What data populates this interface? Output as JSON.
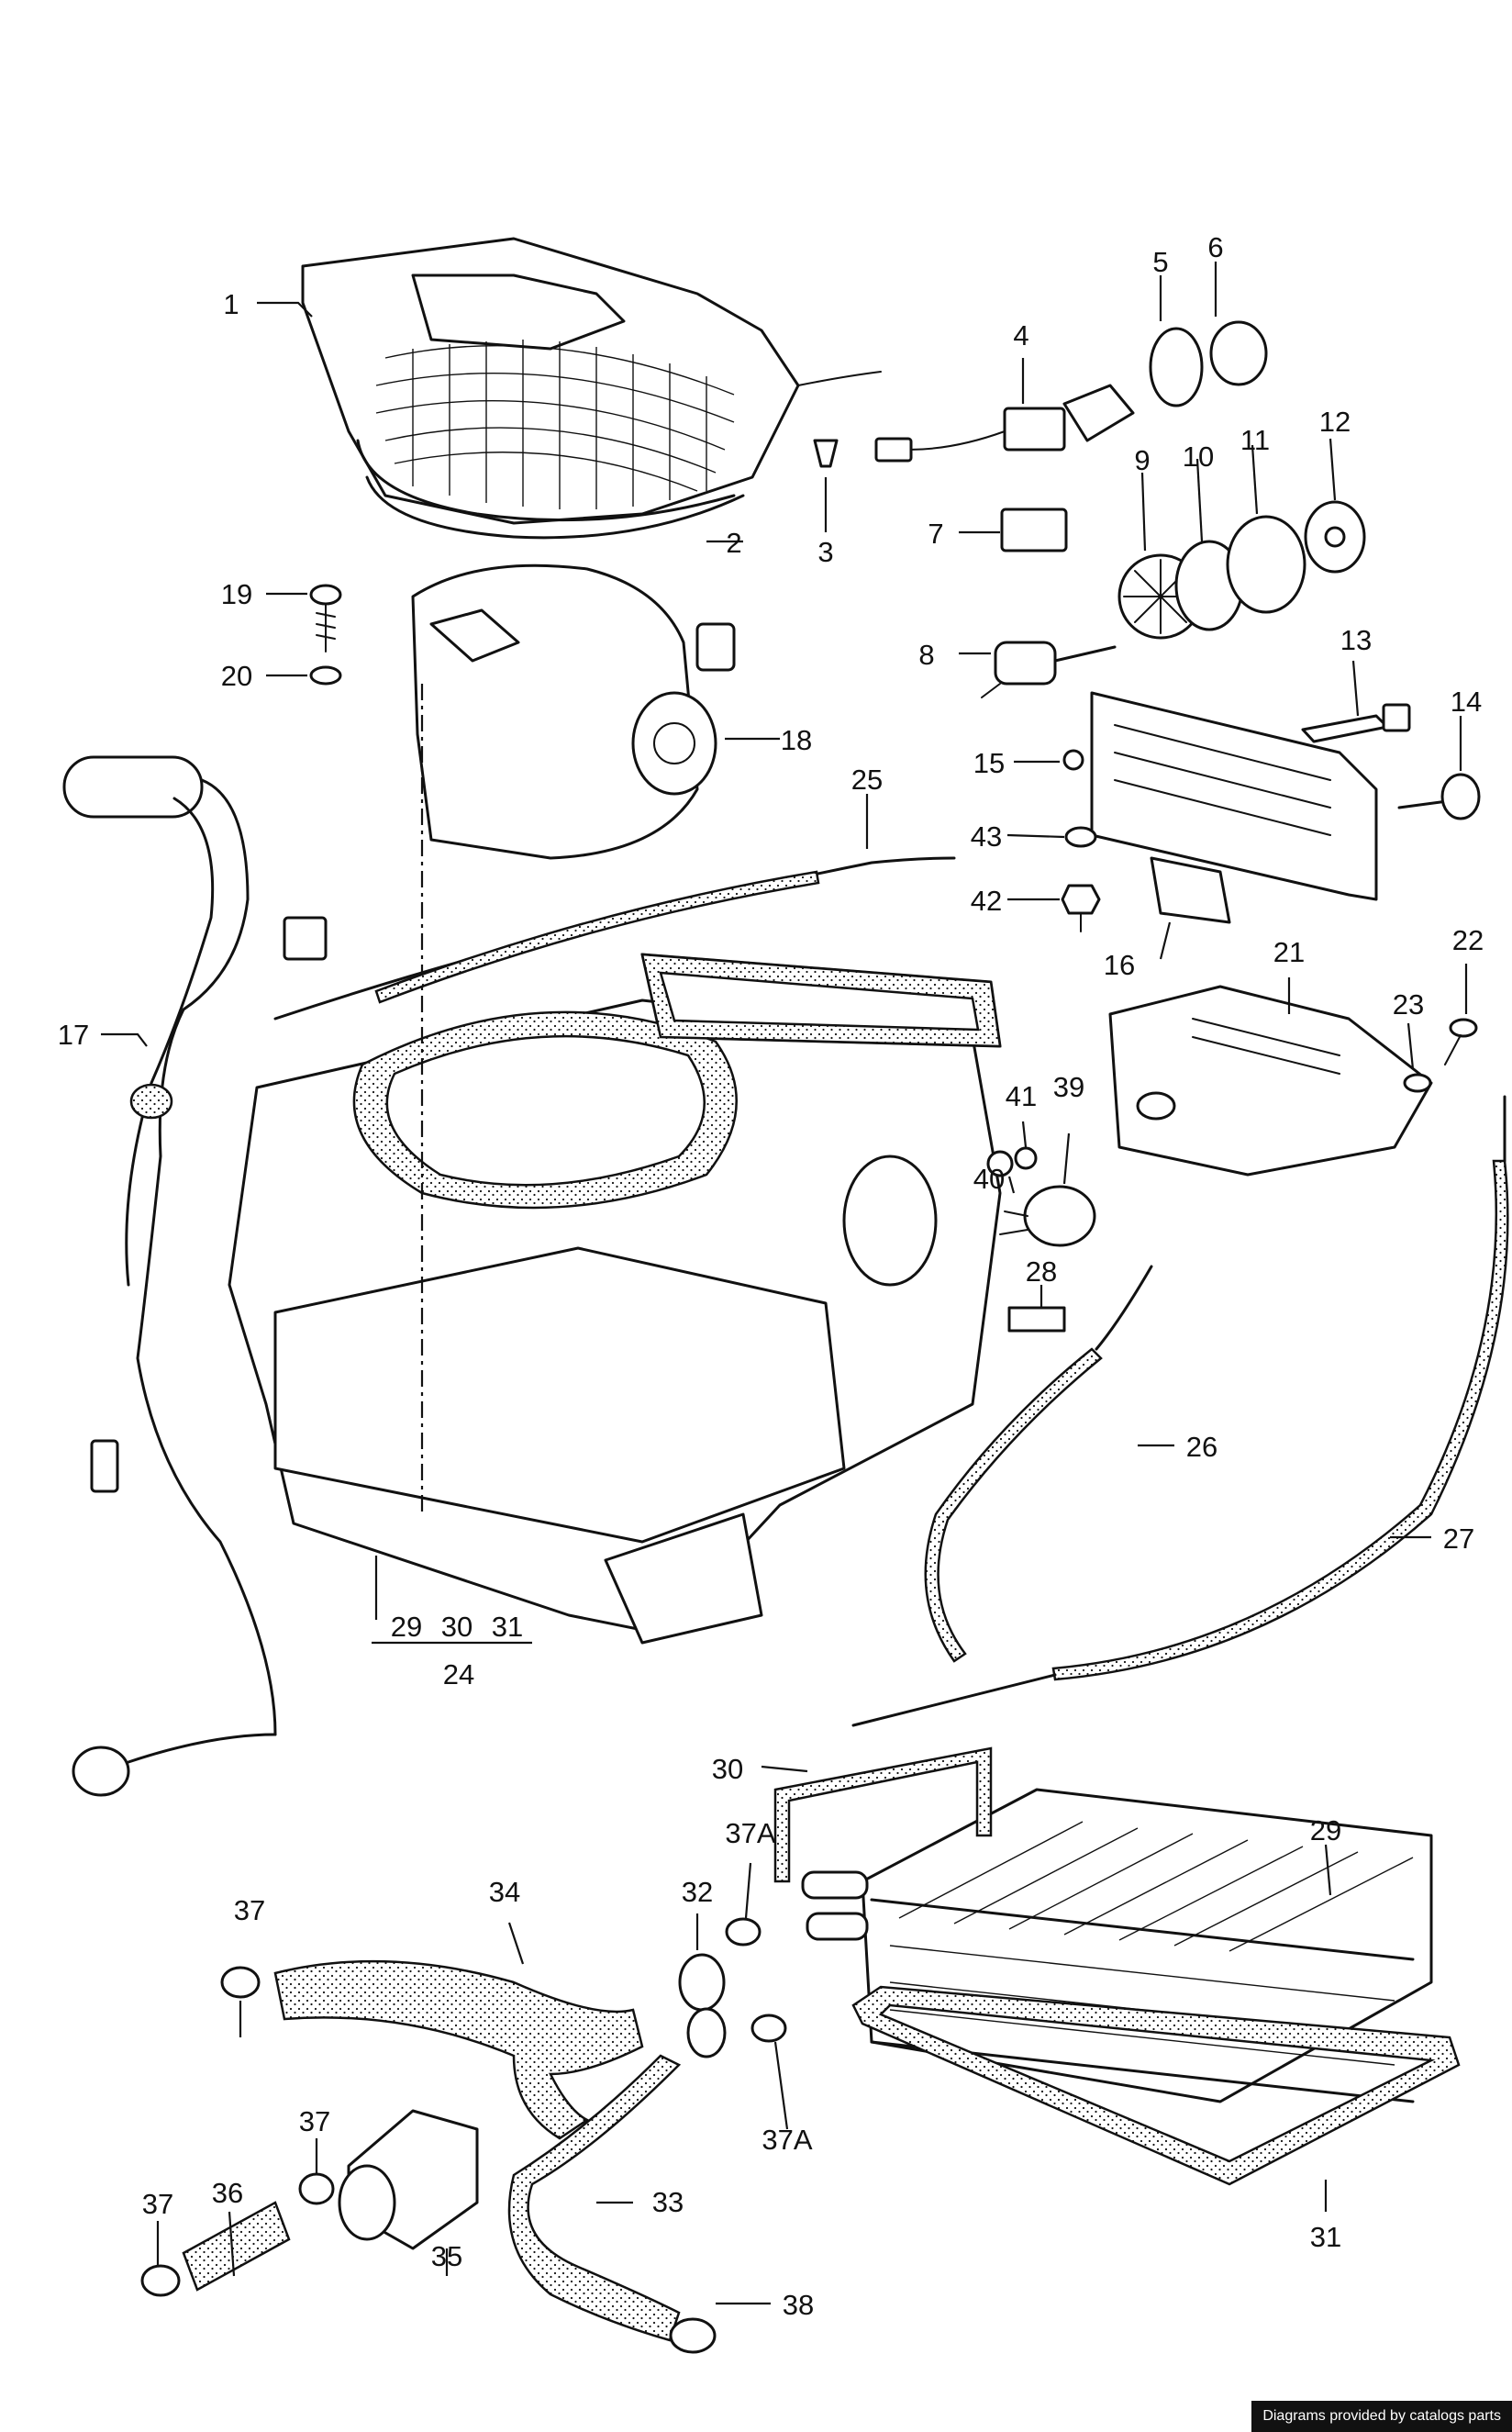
{
  "credit": "Diagrams provided by catalogs parts",
  "callouts": [
    {
      "id": "1",
      "label": "1"
    },
    {
      "id": "2",
      "label": "2"
    },
    {
      "id": "3",
      "label": "3"
    },
    {
      "id": "4",
      "label": "4"
    },
    {
      "id": "5",
      "label": "5"
    },
    {
      "id": "6",
      "label": "6"
    },
    {
      "id": "7",
      "label": "7"
    },
    {
      "id": "8",
      "label": "8"
    },
    {
      "id": "9",
      "label": "9"
    },
    {
      "id": "10",
      "label": "10"
    },
    {
      "id": "11",
      "label": "11"
    },
    {
      "id": "12",
      "label": "12"
    },
    {
      "id": "13",
      "label": "13"
    },
    {
      "id": "14",
      "label": "14"
    },
    {
      "id": "15",
      "label": "15"
    },
    {
      "id": "16",
      "label": "16"
    },
    {
      "id": "17",
      "label": "17"
    },
    {
      "id": "18",
      "label": "18"
    },
    {
      "id": "19",
      "label": "19"
    },
    {
      "id": "20",
      "label": "20"
    },
    {
      "id": "21",
      "label": "21"
    },
    {
      "id": "22",
      "label": "22"
    },
    {
      "id": "23",
      "label": "23"
    },
    {
      "id": "24",
      "label": "24"
    },
    {
      "id": "25",
      "label": "25"
    },
    {
      "id": "26",
      "label": "26"
    },
    {
      "id": "27",
      "label": "27"
    },
    {
      "id": "28",
      "label": "28"
    },
    {
      "id": "29",
      "label": "29"
    },
    {
      "id": "29b",
      "label": "29"
    },
    {
      "id": "30",
      "label": "30"
    },
    {
      "id": "30b",
      "label": "30"
    },
    {
      "id": "31",
      "label": "31"
    },
    {
      "id": "31b",
      "label": "31"
    },
    {
      "id": "32",
      "label": "32"
    },
    {
      "id": "33",
      "label": "33"
    },
    {
      "id": "34",
      "label": "34"
    },
    {
      "id": "35",
      "label": "35"
    },
    {
      "id": "36",
      "label": "36"
    },
    {
      "id": "37a",
      "label": "37"
    },
    {
      "id": "37b",
      "label": "37"
    },
    {
      "id": "37c",
      "label": "37"
    },
    {
      "id": "37A1",
      "label": "37A"
    },
    {
      "id": "37A2",
      "label": "37A"
    },
    {
      "id": "38",
      "label": "38"
    },
    {
      "id": "39",
      "label": "39"
    },
    {
      "id": "40",
      "label": "40"
    },
    {
      "id": "41",
      "label": "41"
    },
    {
      "id": "42",
      "label": "42"
    },
    {
      "id": "43",
      "label": "43"
    }
  ]
}
